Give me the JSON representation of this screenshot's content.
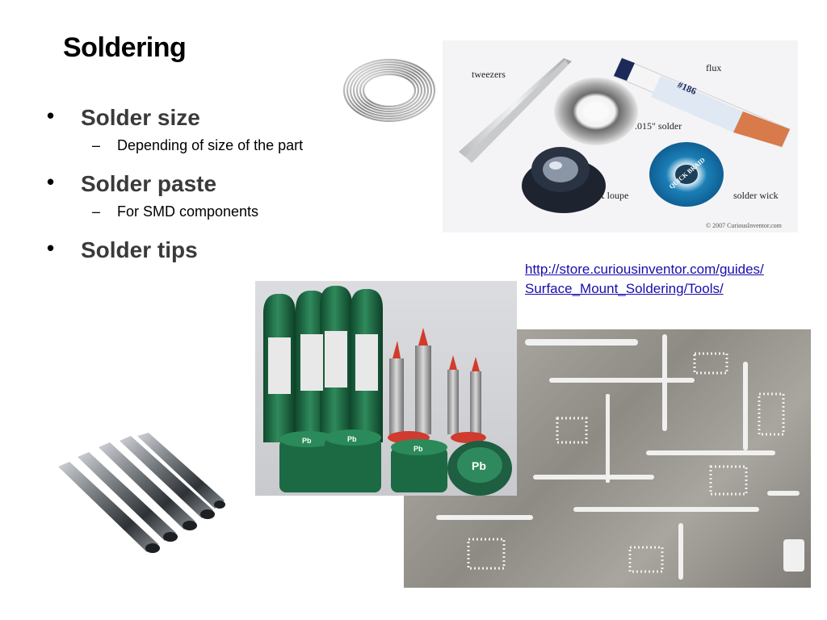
{
  "slide": {
    "title": "Soldering",
    "bullets": [
      {
        "label": "Solder size",
        "sub": "Depending of size of the part"
      },
      {
        "label": "Solder paste",
        "sub": "For SMD components"
      },
      {
        "label": "Solder tips",
        "sub": ""
      }
    ],
    "bullet_glyph": "•",
    "sub_glyph": "–"
  },
  "link": {
    "line1": "http://store.curiousinventor.com/guides/",
    "line2": "Surface_Mount_Soldering/Tools/"
  },
  "tools_photo": {
    "labels": {
      "tweezers": "tweezers",
      "flux": "flux",
      "solder": ".015\" solder",
      "loupe": "10X loupe",
      "wick": "solder wick",
      "copyright": "© 2007 CuriousInventor.com",
      "pen_number": "#186",
      "wick_brand": "QUICK BRAID"
    }
  },
  "paste_photo": {
    "jar_label": "Pb"
  },
  "colors": {
    "link": "#1a0dab",
    "bullet_text": "#3a3a3a",
    "bottle_green": "#1f6b45",
    "stencil_metal": "#9a968f"
  }
}
